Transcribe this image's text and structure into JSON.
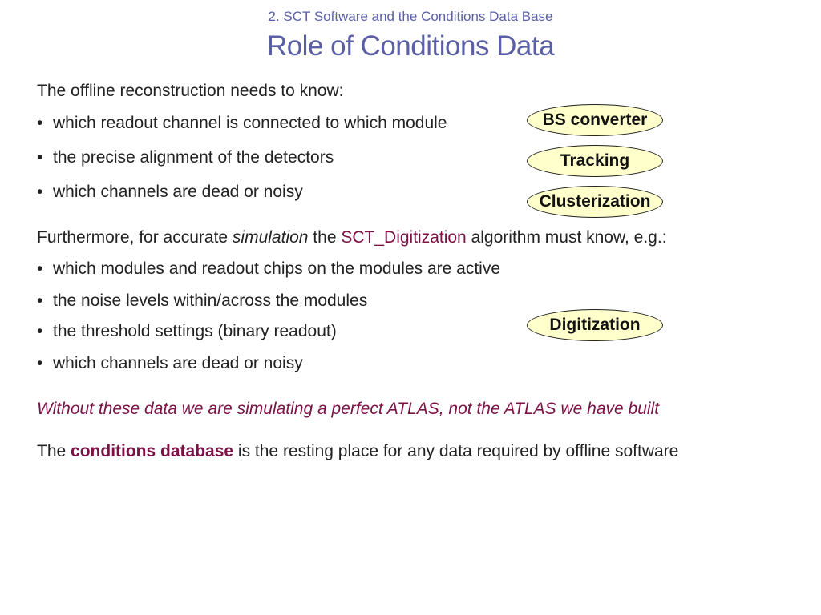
{
  "header": {
    "subtitle": "2. SCT Software and the Conditions Data Base",
    "title": "Role of Conditions Data"
  },
  "section1": {
    "intro": "The offline reconstruction needs to know:",
    "bullets": [
      "which readout channel is connected to which module",
      "the precise alignment of the detectors",
      "which channels are dead or noisy"
    ]
  },
  "section2": {
    "intro_prefix": "Furthermore, for accurate ",
    "intro_italic": "simulation",
    "intro_mid": " the ",
    "intro_accent": "SCT_Digitization",
    "intro_suffix": " algorithm must know, e.g.:",
    "bullets": [
      "which modules and readout chips on the modules are active",
      "the noise levels within/across the modules",
      "the threshold settings (binary readout)",
      "which channels are dead or noisy"
    ]
  },
  "note": "Without these data we are simulating a perfect ATLAS, not the ATLAS we have built",
  "closing": {
    "prefix": "The ",
    "bold": "conditions database",
    "suffix": " is the resting place for any data required by offline software"
  },
  "labels": {
    "bs_converter": "BS converter",
    "tracking": "Tracking",
    "clusterization": "Clusterization",
    "digitization": "Digitization"
  },
  "colors": {
    "title": "#5b5fa6",
    "accent": "#7b1145",
    "ellipse_fill": "#ffffcc"
  }
}
